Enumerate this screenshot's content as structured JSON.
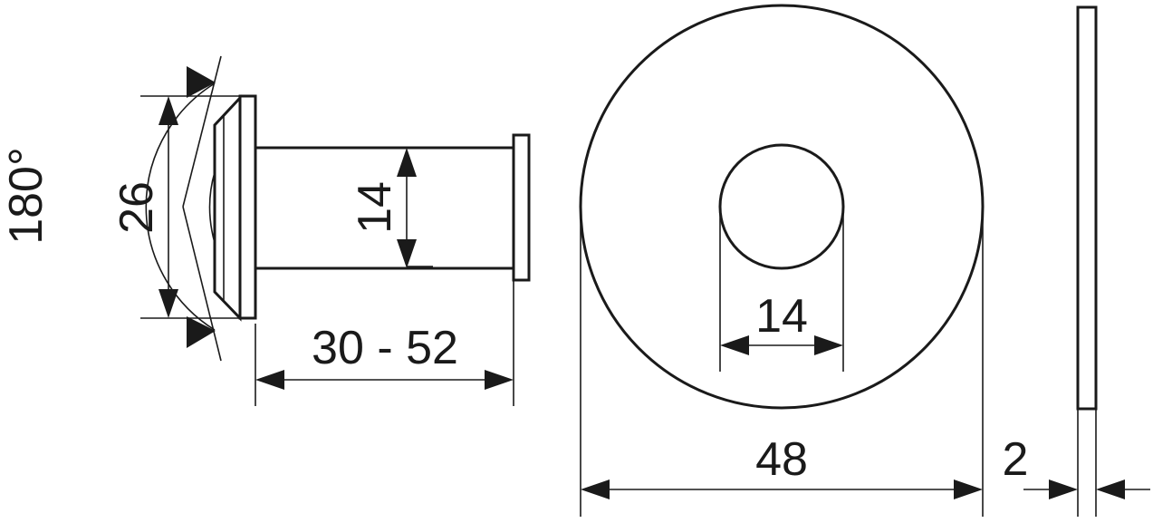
{
  "drawing": {
    "angle_label": "180°",
    "flange_diameter_label": "26",
    "barrel_diameter_label": "14",
    "length_label": "30 - 52",
    "hole_diameter_label": "14",
    "disc_diameter_label": "48",
    "thickness_label": "2"
  }
}
